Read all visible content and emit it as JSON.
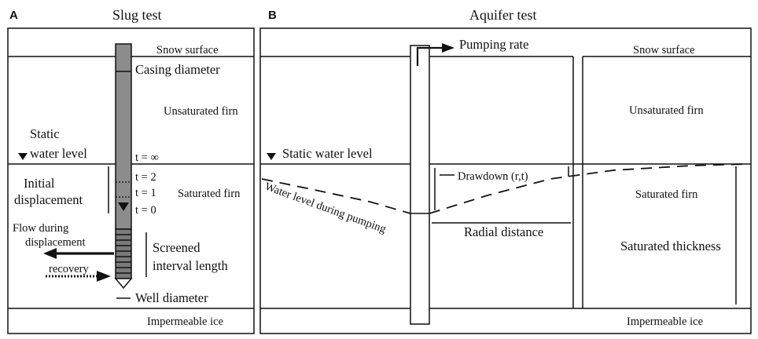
{
  "colors": {
    "ink": "#111111",
    "casing": "#8c8c8c",
    "screen": "#7a7a7a",
    "background": "#ffffff"
  },
  "panel_a": {
    "letter": "A",
    "title": "Slug test",
    "snow_surface": "Snow surface",
    "casing_diameter": "Casing diameter",
    "unsaturated_firn": "Unsaturated firn",
    "static_water_level_line1": "Static",
    "static_water_level_line2": "water level",
    "t_infinity": "t = ∞",
    "t_2": "t = 2",
    "t_1": "t = 1",
    "t_0": "t = 0",
    "initial_displacement_line1": "Initial",
    "initial_displacement_line2": "displacement",
    "saturated_firn": "Saturated firn",
    "flow_during_displacement_line1": "Flow during",
    "flow_during_displacement_line2": "displacement",
    "recovery": "recovery",
    "screened_interval_line1": "Screened",
    "screened_interval_line2": "interval length",
    "well_diameter": "Well diameter",
    "impermeable_ice": "Impermeable ice",
    "water_level_icon": "triangle-down-icon"
  },
  "panel_b": {
    "letter": "B",
    "title": "Aquifer test",
    "pumping_rate": "Pumping rate",
    "snow_surface": "Snow surface",
    "unsaturated_firn": "Unsaturated firn",
    "static_water_level": "Static water level",
    "drawdown": "Drawdown (r,t)",
    "water_level_during_pumping": "Water level during pumping",
    "saturated_firn": "Saturated firn",
    "radial_distance": "Radial distance",
    "saturated_thickness": "Saturated thickness",
    "impermeable_ice": "Impermeable ice",
    "water_level_icon": "triangle-down-icon"
  }
}
